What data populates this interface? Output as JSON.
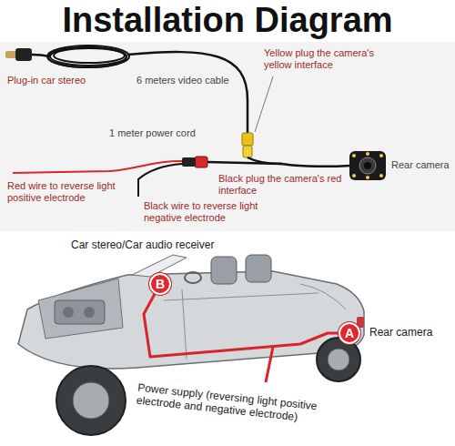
{
  "diagram": {
    "title": "Installation Diagram",
    "nodes": [
      {
        "text": [
          "B"
        ]
      },
      {
        "text": [
          "A"
        ]
      }
    ],
    "edges": [
      {
        "from": 0,
        "to": 1,
        "arrow": "none"
      }
    ],
    "labels": [
      "Plug-in car stereo",
      "6 meters video cable",
      "Yellow plug the camera's yellow interface",
      "1 meter power cord",
      "Black plug the camera's red interface",
      "Rear camera",
      "Red wire to reverse light positive electrode",
      "Black wire to reverse light negative electrode",
      "Car stereo/Car audio receiver",
      "Rear camera",
      "Power supply (reversing light positive electrode and negative electrode)"
    ]
  }
}
